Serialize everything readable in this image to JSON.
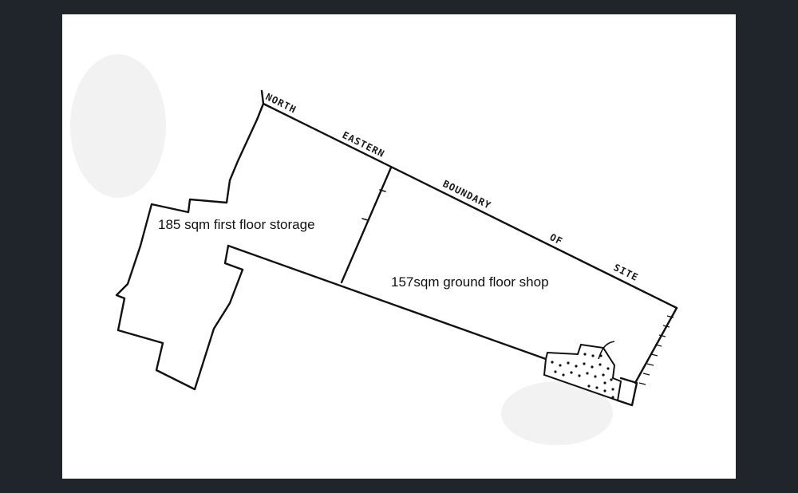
{
  "plan": {
    "boundary_words": [
      "NORTH",
      "EASTERN",
      "BOUNDARY",
      "OF",
      "SITE"
    ],
    "rooms": {
      "storage_label": "185 sqm first floor storage",
      "shop_label": "157sqm ground floor shop"
    }
  },
  "colors": {
    "frame": "#1f252b",
    "paper": "#ffffff",
    "ink": "#111111"
  }
}
